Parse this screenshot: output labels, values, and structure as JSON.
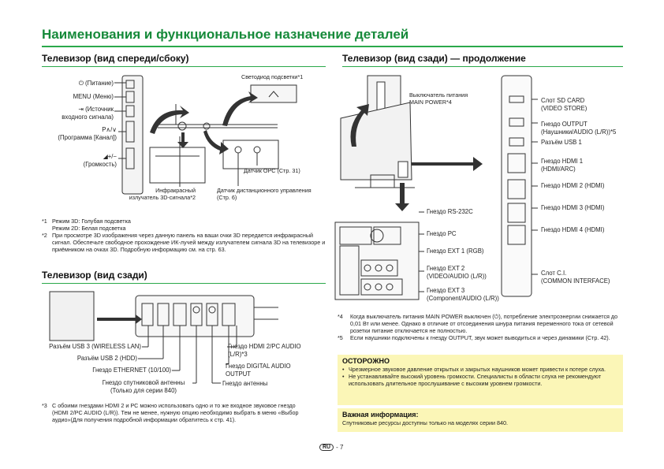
{
  "title": "Наименования и функциональное назначение деталей",
  "front": {
    "heading": "Телевизор (вид спереди/сбоку)",
    "power": "⏻ (Питание)",
    "menu": "MENU (Меню)",
    "input1": "⇥ (Источник",
    "input2": "входного сигнала)",
    "prog_sym": "P∧/∨",
    "prog": "(Программа [Канал])",
    "vol_sym": "◢+/−",
    "vol": "(Громкость)",
    "led": "Светодиод подсветки*1",
    "ir1": "Инфракрасный",
    "ir2": "излучатель 3D-сигнала*2",
    "opc": "Датчик OPC (Стр. 31)",
    "remote1": "Датчик дистанционного управления",
    "remote2": "(Стр. 6)"
  },
  "notes_front": [
    {
      "mark": "*1",
      "text": "Режим 3D: Голубая подсветка"
    },
    {
      "mark": "",
      "text": "Режим 2D: Белая подсветка"
    },
    {
      "mark": "*2",
      "text": "При просмотре 3D изображения через данную панель на ваши очки 3D передается инфракрасный сигнал. Обеспечьте свободное прохождение ИК-лучей между излучателем сигнала 3D на телевизоре и приёмником на очках 3D. Подробную информацию см. на стр. 63."
    }
  ],
  "rear": {
    "heading": "Телевизор (вид сзади)",
    "usb3": "Разъём USB 3 (WIRELESS LAN)",
    "usb2": "Разъём USB 2 (HDD)",
    "eth": "Гнездо ETHERNET (10/100)",
    "sat1": "Гнездо спутниковой антенны",
    "sat2": "(Только для серии 840)",
    "hdmi2pc1": "Гнездо HDMI 2/PC AUDIO",
    "hdmi2pc2": "(L/R)*3",
    "dig1": "Гнездо DIGITAL AUDIO",
    "dig2": "OUTPUT",
    "ant": "Гнездо антенны"
  },
  "note3": {
    "mark": "*3",
    "text": "С обоими гнездами HDMI 2 и PC можно использовать одно и то же входное звуковое гнездо (HDMI 2/PC AUDIO (L/R)). Тем не менее, нужную опцию необходимо выбрать в меню «Выбор аудио»(Для получения подробной информации обратитесь к стр. 41)."
  },
  "rear2": {
    "heading": "Телевизор (вид сзади) — продолжение",
    "mainpower1": "Выключатель питания",
    "mainpower2": "MAIN POWER*4",
    "rs232": "Гнездо RS-232C",
    "pc": "Гнездо PC",
    "ext1": "Гнездо EXT 1 (RGB)",
    "ext2a": "Гнездо EXT 2",
    "ext2b": "(VIDEO/AUDIO (L/R))",
    "ext3a": "Гнездо EXT 3",
    "ext3b": "(Component/AUDIO (L/R))",
    "sd1": "Слот SD CARD",
    "sd2": "(VIDEO STORE)",
    "out1": "Гнездо OUTPUT",
    "out2": "(Наушники/AUDIO (L/R))*5",
    "usb1": "Разъём USB 1",
    "hdmi1a": "Гнездо HDMI 1",
    "hdmi1b": "(HDMI/ARC)",
    "hdmi2": "Гнездо HDMI 2 (HDMI)",
    "hdmi3": "Гнездо HDMI 3 (HDMI)",
    "hdmi4": "Гнездо HDMI 4 (HDMI)",
    "ci1": "Слот C.I.",
    "ci2": "(COMMON INTERFACE)"
  },
  "notes_rear2": [
    {
      "mark": "*4",
      "text": "Когда выключатель питания MAIN POWER выключен (⏻), потребление электроэнергии снижается до 0,01 Вт или менее. Однако в отличие от отсоединения шнура питания переменного тока от сетевой розетки питание отключается не полностью."
    },
    {
      "mark": "*5",
      "text": "Если наушники подключены к гнезду OUTPUT, звук может выводиться и через динамики (Стр. 42)."
    }
  ],
  "caution": {
    "heading": "ОСТОРОЖНО",
    "items": [
      "Чрезмерное звуковое давление открытых и закрытых наушников может привести к потере слуха.",
      "Не устанавливайте высокий уровень громкости. Специалисты в области слуха не рекомендуют использовать длительное прослушивание с высоким уровнем громкости."
    ]
  },
  "important": {
    "heading": "Важная информация:",
    "text": "Спутниковые ресурсы доступны только на моделях серии 840."
  },
  "page": {
    "badge": "RU",
    "number": "- 7"
  },
  "colors": {
    "title": "#168a3a",
    "rule": "#2aa84a",
    "caution_bg": "#fbf6b7"
  }
}
